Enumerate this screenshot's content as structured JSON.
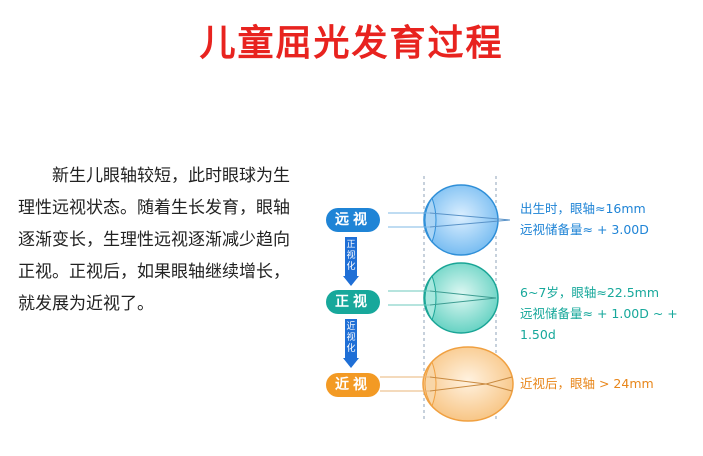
{
  "title": "儿童屈光发育过程",
  "description": "新生儿眼轴较短，此时眼球为生理性远视状态。随着生长发育，眼轴逐渐变长，生理性远视逐渐减少趋向正视。正视后，如果眼轴继续增长，就发展为近视了。",
  "stages": [
    {
      "label": "远视",
      "color": "#1f84d6",
      "info": [
        "出生时，眼轴≈16mm",
        "远视储备量≈ + 3.00D"
      ]
    },
    {
      "label": "正视",
      "color": "#17a89b",
      "info": [
        "6~7岁，眼轴≈22.5mm",
        "远视储备量≈ + 1.00D ~ + 1.50d"
      ]
    },
    {
      "label": "近视",
      "color": "#f39a24",
      "info": [
        "近视后，眼轴 > 24mm"
      ]
    }
  ],
  "arrows": [
    {
      "label": "正视化"
    },
    {
      "label": "近视化"
    }
  ],
  "colors": {
    "title": "#e8231f",
    "arrow": "#1f6fd6"
  }
}
